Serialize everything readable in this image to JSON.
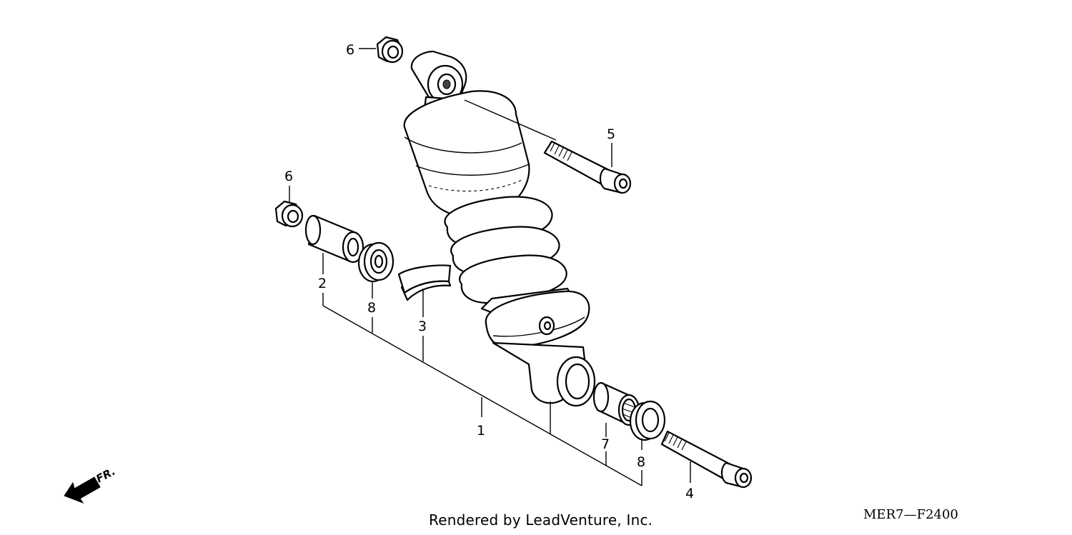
{
  "diagram": {
    "callouts": [
      {
        "id": "c6a",
        "label": "6"
      },
      {
        "id": "c5",
        "label": "5"
      },
      {
        "id": "c6b",
        "label": "6"
      },
      {
        "id": "c2",
        "label": "2"
      },
      {
        "id": "c8a",
        "label": "8"
      },
      {
        "id": "c3",
        "label": "3"
      },
      {
        "id": "c1",
        "label": "1"
      },
      {
        "id": "c7",
        "label": "7"
      },
      {
        "id": "c8b",
        "label": "8"
      },
      {
        "id": "c4",
        "label": "4"
      }
    ],
    "direction_label": "FR.",
    "credit": "Rendered by LeadVenture, Inc.",
    "diagram_code": "MER7—F2400"
  }
}
